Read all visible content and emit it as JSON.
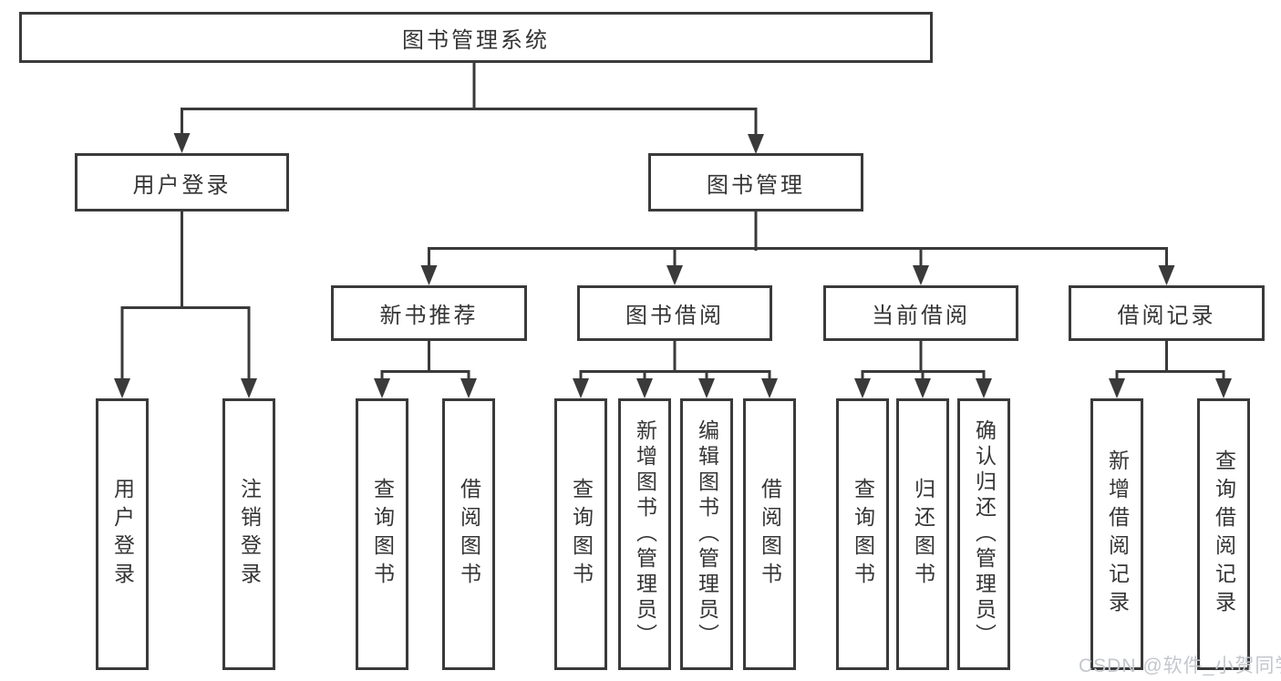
{
  "tree": {
    "label": "图书管理系统",
    "children": [
      {
        "label": "用户登录",
        "children": [
          {
            "label": "用户登录"
          },
          {
            "label": "注销登录"
          }
        ]
      },
      {
        "label": "图书管理",
        "children": [
          {
            "label": "新书推荐",
            "children": [
              {
                "label": "查询图书"
              },
              {
                "label": "借阅图书"
              }
            ]
          },
          {
            "label": "图书借阅",
            "children": [
              {
                "label": "查询图书"
              },
              {
                "label": "新增图书（管理员）"
              },
              {
                "label": "编辑图书（管理员）"
              },
              {
                "label": "借阅图书"
              }
            ]
          },
          {
            "label": "当前借阅",
            "children": [
              {
                "label": "查询图书"
              },
              {
                "label": "归还图书"
              },
              {
                "label": "确认归还（管理员）"
              }
            ]
          },
          {
            "label": "借阅记录",
            "children": [
              {
                "label": "新增借阅记录"
              },
              {
                "label": "查询借阅记录"
              }
            ]
          }
        ]
      }
    ]
  },
  "watermark": {
    "text": "CSDN @软件_小贺同学"
  },
  "colors": {
    "line": "#3a3a3a",
    "text": "#353535",
    "background": "#ffffff",
    "watermark": "#c3c7cd"
  }
}
